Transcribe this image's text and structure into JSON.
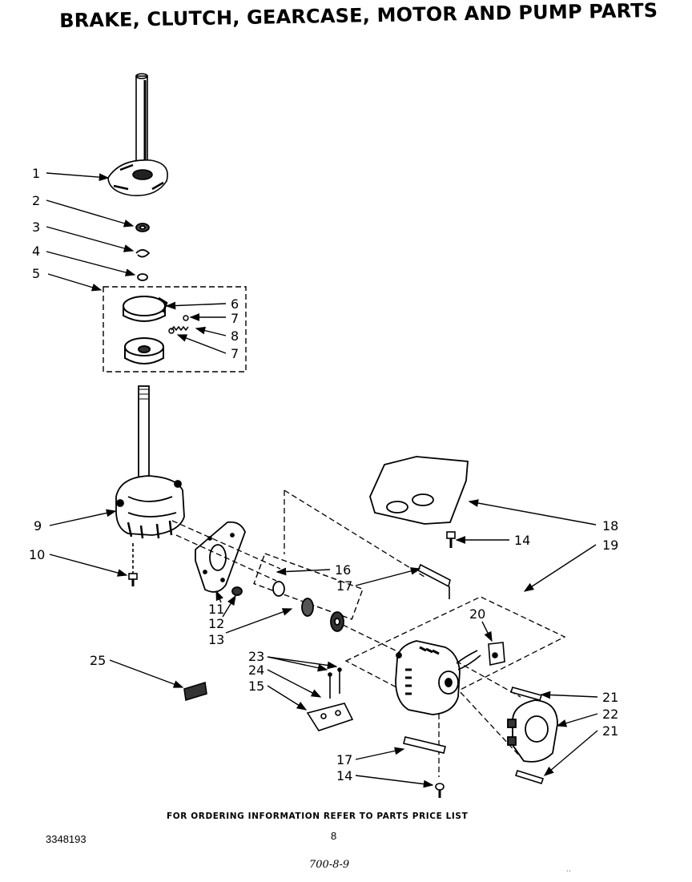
{
  "title": "BRAKE, CLUTCH, GEARCASE, MOTOR AND PUMP PARTS",
  "footer": {
    "ordering_note": "FOR ORDERING INFORMATION REFER TO PARTS PRICE LIST",
    "document_number": "3348193",
    "page_number": "8",
    "handwritten_code": "700-8-9",
    "stray_mark": "˙˙"
  },
  "callouts": {
    "c1": "1",
    "c2": "2",
    "c3": "3",
    "c4": "4",
    "c5": "5",
    "c6": "6",
    "c7a": "7",
    "c8": "8",
    "c7b": "7",
    "c9": "9",
    "c10": "10",
    "c11": "11",
    "c12": "12",
    "c13": "13",
    "c14a": "14",
    "c16": "16",
    "c17a": "17",
    "c18": "18",
    "c19": "19",
    "c20": "20",
    "c21a": "21",
    "c22": "22",
    "c21b": "21",
    "c23": "23",
    "c24": "24",
    "c15": "15",
    "c25": "25",
    "c17b": "17",
    "c14b": "14"
  }
}
